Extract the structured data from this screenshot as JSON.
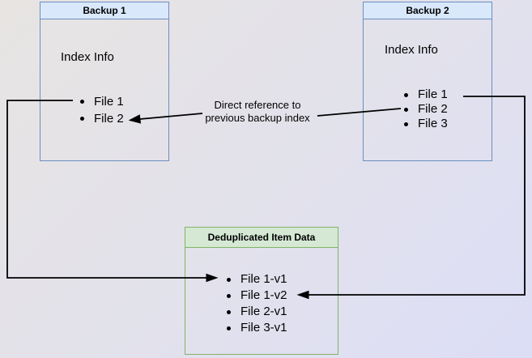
{
  "backup1": {
    "title": "Backup 1",
    "subtitle": "Index Info",
    "items": [
      "File 1",
      "File 2"
    ]
  },
  "backup2": {
    "title": "Backup 2",
    "subtitle": "Index Info",
    "items": [
      "File 1",
      "File 2",
      "File 3"
    ]
  },
  "dedup": {
    "title": "Deduplicated Item Data",
    "items": [
      "File 1-v1",
      "File 1-v2",
      "File 2-v1",
      "File 3-v1"
    ]
  },
  "annotation": {
    "line1": "Direct reference to",
    "line2": "previous backup index"
  },
  "colors": {
    "blue_border": "#6c8ebf",
    "blue_header_fill": "#dae8fc",
    "green_border": "#82b366",
    "green_header_fill": "#d5e8d4",
    "arrow": "#000000",
    "background_start": "#e7e4e2",
    "background_end": "#dcdef6"
  }
}
